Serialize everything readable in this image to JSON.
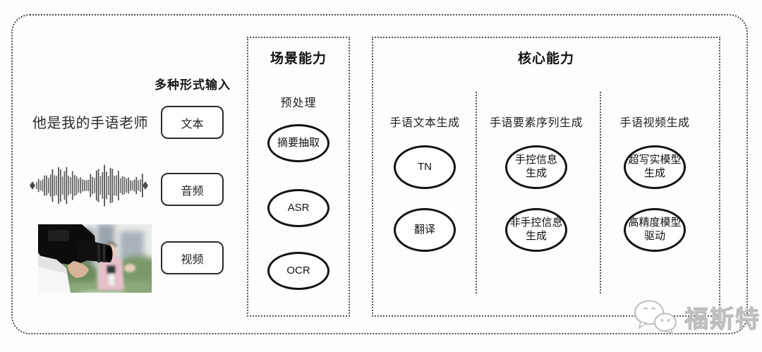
{
  "input_section": {
    "label": "多种形式输入",
    "sentence": "他是我的手语老师",
    "items": [
      {
        "label": "文本"
      },
      {
        "label": "音频"
      },
      {
        "label": "视频"
      }
    ]
  },
  "scene_box": {
    "title": "场景能力",
    "subtitle": "预处理",
    "nodes": [
      "摘要抽取",
      "ASR",
      "OCR"
    ]
  },
  "core_box": {
    "title": "核心能力",
    "columns": [
      {
        "heading": "手语文本生成",
        "nodes": [
          "TN",
          "翻译"
        ]
      },
      {
        "heading": "手语要素序列生成",
        "nodes": [
          "手控信息\n生成",
          "非手控信息\n生成"
        ]
      },
      {
        "heading": "手语视频生成",
        "nodes": [
          "超写实模型\n生成",
          "高精度模型\n驱动"
        ]
      }
    ]
  },
  "watermark": {
    "text": "福斯特",
    "icon": "wechat-icon"
  },
  "colors": {
    "text": "#1e1e1e",
    "border": "#2c2c2c",
    "dotted_frame": "#4d4d4d",
    "watermark": "#c9c9c9",
    "background": "#fdfdfd"
  }
}
